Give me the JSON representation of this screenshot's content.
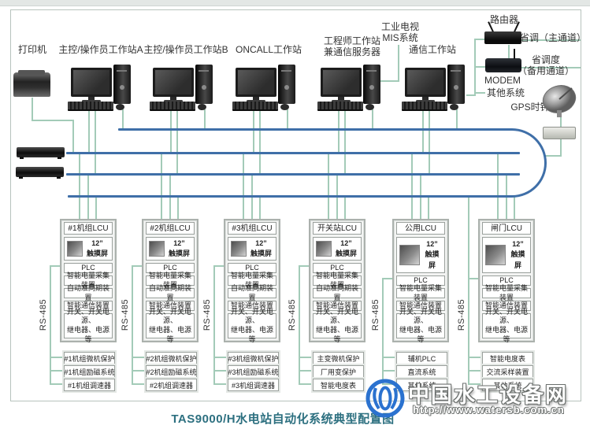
{
  "page": {
    "title": "TAS9000/H水电站自动化系统典型配置图"
  },
  "watermark": {
    "site_name": "中国水工设备网",
    "site_url": "http://www.watersb.com.cn",
    "logo_color": "#2b72cf"
  },
  "colors": {
    "bus_blue": "#3f6fa8",
    "link_green": "#a3cbb8",
    "title_teal": "#2d7080"
  },
  "labels": {
    "printer": "打印机",
    "ws_a": "主控/操作员工作站A",
    "ws_b": "主控/操作员工作站B",
    "oncall": "ONCALL工作站",
    "engineer": "工程师工作站\n兼通信服务器",
    "mis": "工业电视\nMIS系统",
    "comm": "通信工作站",
    "router": "路由器",
    "channel_main": "省调（主通道）",
    "modem": "MODEM",
    "channel_backup": "省调度\n（备用通道）",
    "other_systems": "其他系统",
    "gps_clock": "GPS时钟",
    "rs485": "RS-485"
  },
  "cabinets": [
    {
      "title": "#1机组LCU",
      "screen_size": "12”",
      "screen_name": "触摸屏",
      "rows": [
        "PLC",
        "智能电量采集装置",
        "自动准同期装置",
        "智能通信装置",
        "开关、开关电源、\n继电器、电源等"
      ],
      "external": [
        "#1机组微机保护",
        "#1机组励磁系统",
        "#1机组调速器"
      ]
    },
    {
      "title": "#2机组LCU",
      "screen_size": "12”",
      "screen_name": "触摸屏",
      "rows": [
        "PLC",
        "智能电量采集装置",
        "自动准同期装置",
        "智能通信装置",
        "开关、开关电源、\n继电器、电源等"
      ],
      "external": [
        "#2机组微机保护",
        "#2机组励磁系统",
        "#2机组调速器"
      ]
    },
    {
      "title": "#3机组LCU",
      "screen_size": "12”",
      "screen_name": "触摸屏",
      "rows": [
        "PLC",
        "智能电量采集装置",
        "自动准同期装置",
        "智能通信装置",
        "开关、开关电源、\n继电器、电源等"
      ],
      "external": [
        "#3机组微机保护",
        "#3机组励磁系统",
        "#3机组调速器"
      ]
    },
    {
      "title": "开关站LCU",
      "screen_size": "12”",
      "screen_name": "触摸屏",
      "rows": [
        "PLC",
        "智能电量采集装置",
        "自动准同期装置",
        "智能通信装置",
        "开关、开关电源、\n继电器、电源等"
      ],
      "external": [
        "主变微机保护",
        "厂用变保护",
        "智能电度表"
      ]
    },
    {
      "title": "公用LCU",
      "screen_size": "12”",
      "screen_name": "触摸屏",
      "rows": [
        "PLC",
        "智能电量采集装置",
        "智能通信装置",
        "开关、开关电源、\n继电器、电源等"
      ],
      "external": [
        "辅机PLC",
        "直流系统",
        "其他系统"
      ]
    },
    {
      "title": "闸门LCU",
      "screen_size": "12”",
      "screen_name": "触摸屏",
      "rows": [
        "PLC",
        "智能电量采集装置",
        "智能通信装置",
        "开关、开关电源、\n继电器、电源等"
      ],
      "external": [
        "智能电度表",
        "交流采样装置",
        "其他系统"
      ]
    }
  ]
}
